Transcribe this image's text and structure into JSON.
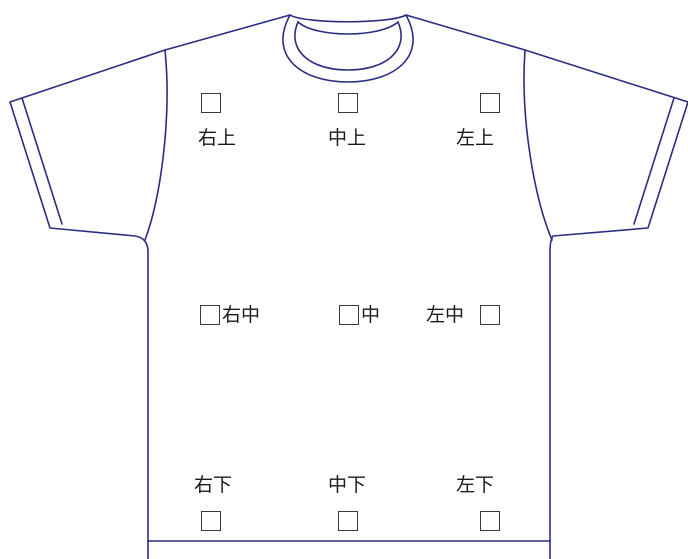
{
  "print_positions": {
    "top_right": {
      "label": "右上"
    },
    "top_center": {
      "label": "中上"
    },
    "top_left": {
      "label": "左上"
    },
    "middle_right": {
      "label": "右中"
    },
    "middle_center": {
      "label": "中"
    },
    "middle_left": {
      "label": "左中"
    },
    "bottom_right": {
      "label": "右下"
    },
    "bottom_center": {
      "label": "中下"
    },
    "bottom_left": {
      "label": "左下"
    }
  },
  "colors": {
    "outline": "#2b2d83",
    "checkbox_border": "#3a3a3a",
    "label_text": "#1a1a1a"
  }
}
